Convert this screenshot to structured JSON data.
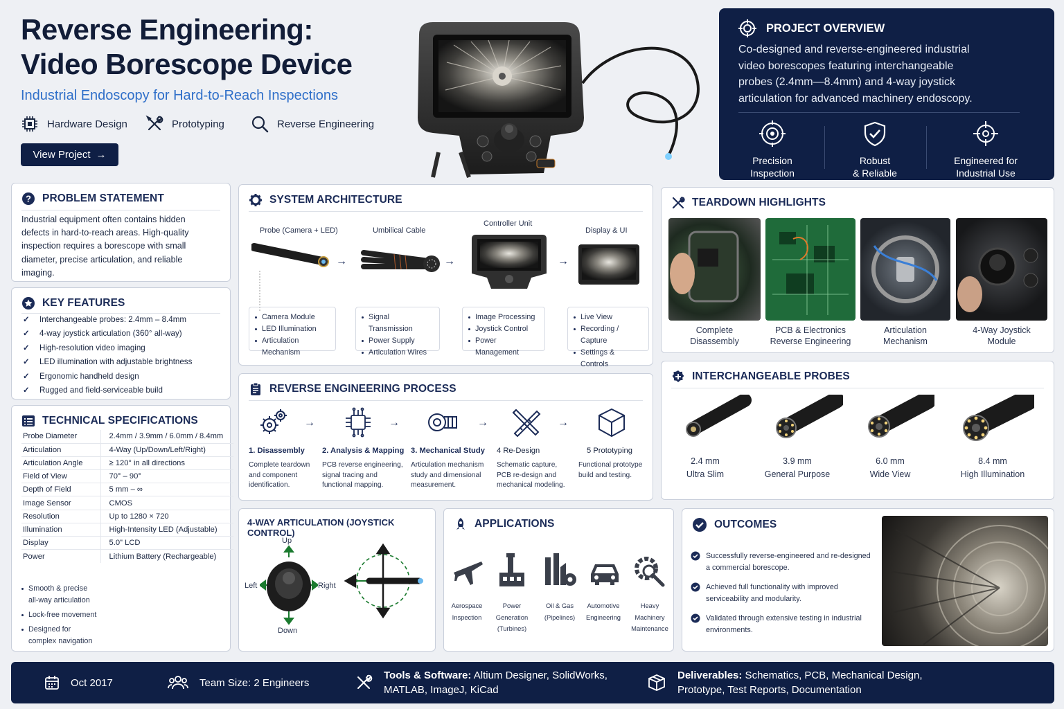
{
  "header": {
    "title_line1": "Reverse Engineering:",
    "title_line2": "Video Borescope Device",
    "subtitle": "Industrial Endoscopy for Hard-to-Reach Inspections",
    "tags": [
      {
        "label": "Hardware Design",
        "icon": "chip-icon"
      },
      {
        "label": "Prototyping",
        "icon": "tools-icon"
      },
      {
        "label": "Reverse Engineering",
        "icon": "search-icon"
      }
    ],
    "cta_label": "View Project",
    "cta_arrow": "→"
  },
  "overview": {
    "title": "PROJECT OVERVIEW",
    "text_lines": [
      "Co-designed and reverse-engineered industrial",
      "video borescopes featuring interchangeable",
      "probes (2.4mm—8.4mm) and 4-way joystick",
      "articulation for advanced machinery endoscopy."
    ],
    "badges": [
      {
        "line1": "Precision",
        "line2": "Inspection",
        "icon": "target-icon"
      },
      {
        "line1": "Robust",
        "line2": "& Reliable",
        "icon": "shield-check-icon"
      },
      {
        "line1": "Engineered for",
        "line2": "Industrial Use",
        "icon": "crosshair-icon"
      }
    ]
  },
  "problem": {
    "title": "PROBLEM STATEMENT",
    "lines": [
      "Industrial equipment often contains hidden",
      "defects in hard-to-reach areas. High-quality",
      "inspection requires a borescope with small",
      "diameter, precise articulation, and reliable",
      "imaging."
    ]
  },
  "features": {
    "title": "KEY FEATURES",
    "items": [
      "Interchangeable probes: 2.4mm – 8.4mm",
      "4-way joystick articulation (360° all-way)",
      "High-resolution video imaging",
      "LED illumination with adjustable brightness",
      "Ergonomic handheld design",
      "Rugged and field-serviceable build"
    ]
  },
  "specs": {
    "title": "TECHNICAL SPECIFICATIONS",
    "rows": [
      [
        "Probe Diameter",
        "2.4mm / 3.9mm / 6.0mm / 8.4mm"
      ],
      [
        "Articulation",
        "4-Way (Up/Down/Left/Right)"
      ],
      [
        "Articulation Angle",
        "≥ 120° in all directions"
      ],
      [
        "Field of View",
        "70° – 90°"
      ],
      [
        "Depth of Field",
        "5 mm – ∞"
      ],
      [
        "Image Sensor",
        "CMOS"
      ],
      [
        "Resolution",
        "Up to 1280 × 720"
      ],
      [
        "Illumination",
        "High-Intensity LED (Adjustable)"
      ],
      [
        "Display",
        "5.0\" LCD"
      ],
      [
        "Power",
        "Lithium Battery (Rechargeable)"
      ]
    ],
    "notes": [
      [
        "Smooth & precise",
        "all-way articulation"
      ],
      [
        "Lock-free movement"
      ],
      [
        "Designed for",
        "complex navigation"
      ]
    ]
  },
  "architecture": {
    "title": "SYSTEM ARCHITECTURE",
    "stages": [
      {
        "label": "Probe (Camera + LED)",
        "items": [
          "Camera Module",
          "LED Illumination",
          "Articulation Mechanism"
        ]
      },
      {
        "label": "Umbilical Cable",
        "items": [
          "Signal Transmission",
          "Power Supply",
          "Articulation Wires"
        ]
      },
      {
        "label": "Controller Unit",
        "items": [
          "Image Processing",
          "Joystick Control",
          "Power Management"
        ]
      },
      {
        "label": "Display & UI",
        "items": [
          "Live View",
          "Recording / Capture",
          "Settings & Controls"
        ]
      }
    ]
  },
  "process": {
    "title": "REVERSE ENGINEERING PROCESS",
    "steps": [
      {
        "title": "1. Disassembly",
        "desc": [
          "Complete teardown",
          "and component",
          "identification."
        ],
        "icon": "gears-icon"
      },
      {
        "title": "2. Analysis & Mapping",
        "desc": [
          "PCB reverse engineering,",
          "signal tracing and",
          "functional mapping."
        ],
        "icon": "circuit-icon"
      },
      {
        "title": "3. Mechanical Study",
        "desc": [
          "Articulation mechanism",
          "study and dimensional",
          "measurement."
        ],
        "icon": "mechanism-icon"
      },
      {
        "title": "4 Re-Design",
        "desc": [
          "Schematic capture,",
          "PCB re-design and",
          "mechanical modeling."
        ],
        "icon": "ruler-pencil-icon"
      },
      {
        "title": "5 Prototyping",
        "desc": [
          "Functional prototype",
          "build and testing."
        ],
        "icon": "cube-icon"
      }
    ]
  },
  "articulation": {
    "title": "4-WAY ARTICULATION (JOYSTICK CONTROL)",
    "up": "Up",
    "down": "Down",
    "left": "Left",
    "right": "Right"
  },
  "teardown": {
    "title": "TEARDOWN HIGHLIGHTS",
    "photos": [
      {
        "line1": "Complete",
        "line2": "Disassembly"
      },
      {
        "line1": "PCB & Electronics",
        "line2": "Reverse Engineering"
      },
      {
        "line1": "Articulation",
        "line2": "Mechanism"
      },
      {
        "line1": "4-Way Joystick",
        "line2": "Module"
      }
    ]
  },
  "probes": {
    "title": "INTERCHANGEABLE PROBES",
    "items": [
      {
        "size": "2.4 mm",
        "name": "Ultra Slim"
      },
      {
        "size": "3.9 mm",
        "name": "General Purpose"
      },
      {
        "size": "6.0 mm",
        "name": "Wide View"
      },
      {
        "size": "8.4 mm",
        "name": "High Illumination"
      }
    ]
  },
  "applications": {
    "title": "APPLICATIONS",
    "items": [
      {
        "line1": "Aerospace",
        "line2": "Inspection",
        "icon": "airplane-icon"
      },
      {
        "line1": "Power Generation",
        "line2": "(Turbines)",
        "icon": "power-plant-icon"
      },
      {
        "line1": "Oil & Gas",
        "line2": "(Pipelines)",
        "icon": "refinery-icon"
      },
      {
        "line1": "Automotive",
        "line2": "Engineering",
        "icon": "car-icon"
      },
      {
        "line1": "Heavy Machinery",
        "line2": "Maintenance",
        "icon": "gear-search-icon"
      }
    ]
  },
  "outcomes": {
    "title": "OUTCOMES",
    "items": [
      [
        "Successfully reverse-engineered and re-designed",
        "a commercial borescope."
      ],
      [
        "Achieved full functionality with improved",
        "serviceability and modularity."
      ],
      [
        "Validated through extensive testing in industrial",
        "environments."
      ]
    ]
  },
  "footer": {
    "date": "Oct 2017",
    "team": "Team Size: 2 Engineers",
    "tools_label": "Tools & Software:",
    "tools_line1": " Altium Designer, SolidWorks,",
    "tools_line2": "MATLAB, ImageJ, KiCad",
    "deliverables_label": "Deliverables:",
    "deliverables_line1": " Schematics, PCB, Mechanical Design,",
    "deliverables_line2": "Prototype, Test Reports, Documentation"
  },
  "colors": {
    "navy": "#0f1f45",
    "accent": "#2f6fc9",
    "ink": "#1b2b57"
  }
}
